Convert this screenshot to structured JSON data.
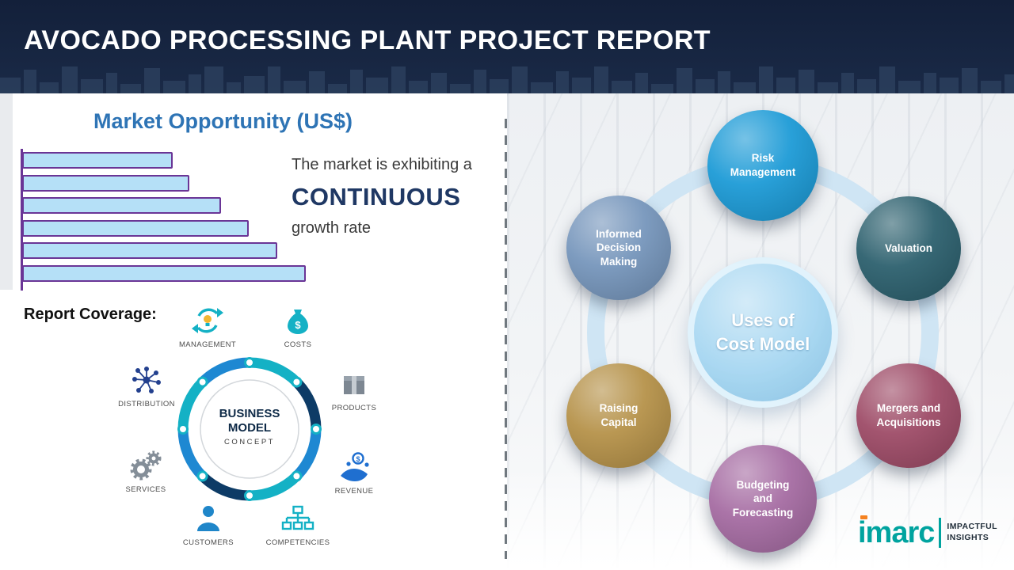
{
  "header": {
    "title": "AVOCADO PROCESSING PLANT PROJECT REPORT",
    "bg_color": "#16253d"
  },
  "market": {
    "title": "Market Opportunity (US$)",
    "growth_line1": "The market is exhibiting a",
    "growth_line2": "CONTINUOUS",
    "growth_line3": "growth rate",
    "report_coverage_label": "Report Coverage:"
  },
  "chart_data": {
    "type": "bar",
    "orientation": "horizontal",
    "title": "Market Opportunity (US$)",
    "values": [
      53,
      59,
      70,
      80,
      90,
      100
    ],
    "xlim": [
      0,
      100
    ],
    "bar_fill": "#b5e0f7",
    "bar_border": "#6a3596",
    "axis_labels_shown": false
  },
  "business_model": {
    "center_line1": "BUSINESS",
    "center_line2": "MODEL",
    "center_line3": "CONCEPT",
    "items": [
      {
        "label": "MANAGEMENT",
        "icon": "cycle-bulb-icon",
        "color": "#14b1c5"
      },
      {
        "label": "COSTS",
        "icon": "money-bag-icon",
        "color": "#14b1c5"
      },
      {
        "label": "DISTRIBUTION",
        "icon": "network-icon",
        "color": "#23408e"
      },
      {
        "label": "PRODUCTS",
        "icon": "box-icon",
        "color": "#7d8792"
      },
      {
        "label": "SERVICES",
        "icon": "gears-icon",
        "color": "#848e98"
      },
      {
        "label": "REVENUE",
        "icon": "hand-coins-icon",
        "color": "#1f6fd0"
      },
      {
        "label": "CUSTOMERS",
        "icon": "person-icon",
        "color": "#1f86c9"
      },
      {
        "label": "COMPETENCIES",
        "icon": "org-chart-icon",
        "color": "#14b1c5"
      }
    ]
  },
  "cost_model": {
    "center_label_line1": "Uses of",
    "center_label_line2": "Cost Model",
    "center_color": "#9fd3f0",
    "items": [
      {
        "label": "Risk Management",
        "color": "#1b9ad6",
        "position": "top"
      },
      {
        "label": "Valuation",
        "color": "#2b5f6d",
        "position": "upper-right"
      },
      {
        "label": "Mergers and Acquisitions",
        "color": "#9d4a66",
        "position": "lower-right"
      },
      {
        "label": "Budgeting and Forecasting",
        "color": "#a56ba2",
        "position": "bottom"
      },
      {
        "label": "Raising Capital",
        "color": "#b59148",
        "position": "lower-left"
      },
      {
        "label": "Informed Decision Making",
        "color": "#7595bb",
        "position": "upper-left"
      }
    ]
  },
  "logo": {
    "brand": "imarc",
    "tagline_line1": "IMPACTFUL",
    "tagline_line2": "INSIGHTS",
    "brand_color": "#00a39f",
    "accent_color": "#f58220"
  }
}
